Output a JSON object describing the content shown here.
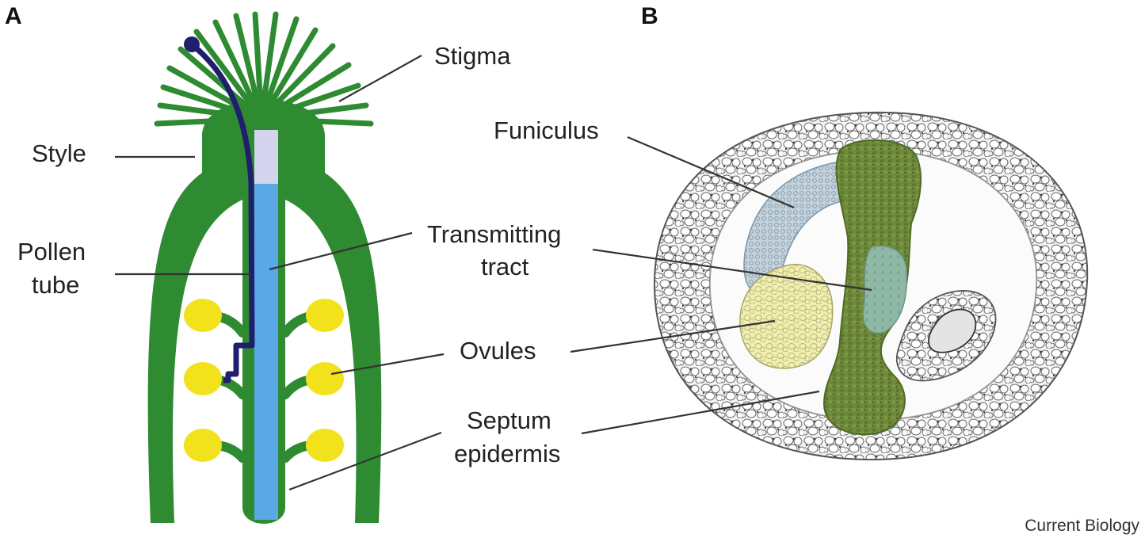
{
  "panels": {
    "a_letter": "A",
    "b_letter": "B"
  },
  "labels": {
    "stigma": "Stigma",
    "style": "Style",
    "pollen_tube_line1": "Pollen",
    "pollen_tube_line2": "tube",
    "funiculus": "Funiculus",
    "transmitting_tract_line1": "Transmitting",
    "transmitting_tract_line2": "tract",
    "ovules": "Ovules",
    "septum_epidermis_line1": "Septum",
    "septum_epidermis_line2": "epidermis"
  },
  "credit": "Current Biology",
  "colors": {
    "tissue_green": "#2e8b32",
    "transmitting_tract_blue": "#5aa9e6",
    "transmitting_tract_top": "#d4d4ee",
    "pollen_tube_navy": "#1f1f6e",
    "ovule_yellow": "#f2e21c",
    "section_septum_olive": "#6f8a3a",
    "section_tract_teal": "#8fb8a6",
    "section_ovule_pale": "#f0efb0",
    "section_funiculus_grey_blue": "#b6c6d2",
    "cell_outline": "#5a5a5a"
  }
}
